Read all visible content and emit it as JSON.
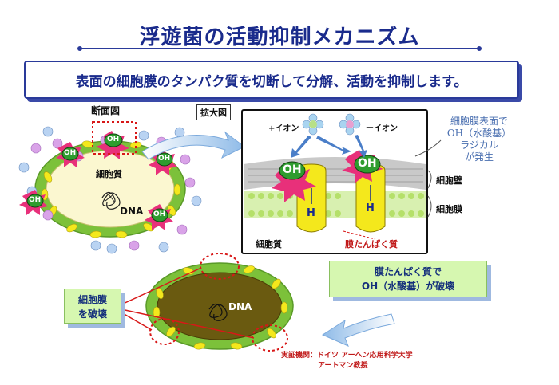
{
  "title": "浮遊菌の活動抑制メカニズム",
  "banner": "表面の細胞膜のタンパク質を切断して分解、活動を抑制します。",
  "labels": {
    "cross_section": "断面図",
    "enlarged": "拡大図",
    "cytoplasm": "細胞質",
    "dna": "DNA",
    "oh": "OH",
    "h": "H",
    "plus_ion": "+イオン",
    "minus_ion": "ーイオン",
    "cell_wall": "細胞壁",
    "cell_membrane": "細胞膜",
    "membrane_protein": "膜たんぱく質",
    "plus_sign": "+",
    "minus_sign": "−"
  },
  "notes": {
    "radical_line1": "細胞膜表面で",
    "radical_line2": "OH（水酸基）",
    "radical_line3": "ラジカル",
    "radical_line4": "が発生",
    "destroy_line1": "膜たんぱく質で",
    "destroy_line2": "OH（水酸基）が破壊",
    "membrane_line1": "細胞膜",
    "membrane_line2": "を破壊"
  },
  "credit": {
    "line1": "実証機関：ドイツ アーヘン応用科学大学",
    "line2": "アートマン教授"
  },
  "colors": {
    "title_blue": "#1a2b8c",
    "cell_green": "#7cc13a",
    "cytoplasm_cream": "#fbf7d0",
    "protein_yellow": "#f4e81c",
    "burst_pink": "#e8307a",
    "red_dotted": "#d81818",
    "arrow_blue": "#9ec4ec"
  }
}
